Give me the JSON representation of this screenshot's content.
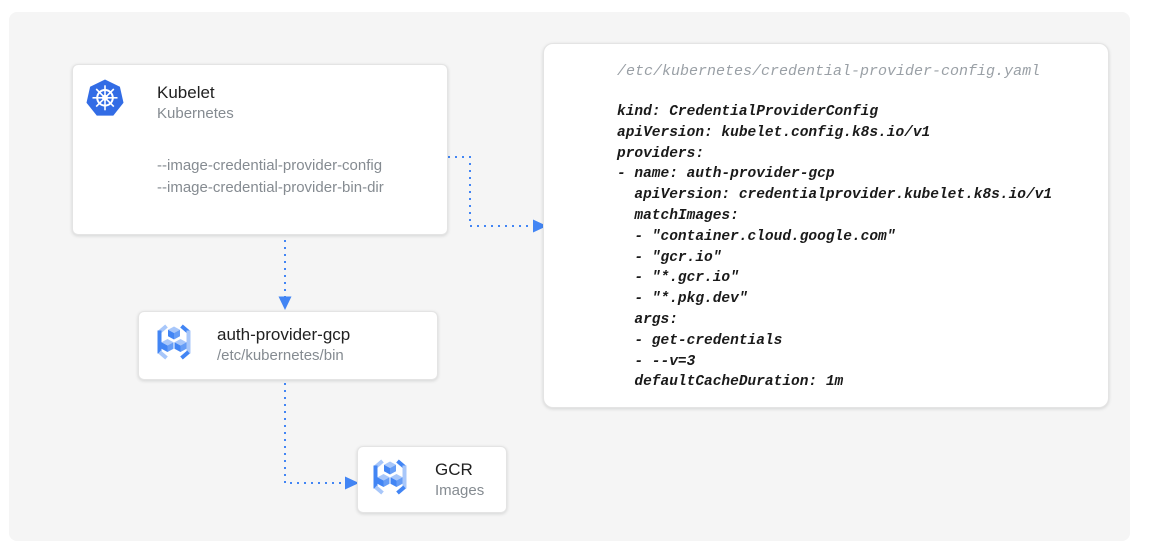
{
  "colors": {
    "accent_blue": "#4285F4",
    "canvas_background": "#F5F5F5",
    "card_background": "#FFFFFF",
    "kubernetes_blue": "#326CE5",
    "primary_text": "#212121",
    "secondary_text": "#858B91",
    "code_text": "#1A1A1A",
    "file_path_text": "#9AA0A6"
  },
  "icons": {
    "kubelet": "kubernetes-helm-icon",
    "auth_provider": "gcr-brackets-cubes-icon",
    "gcr": "gcr-brackets-cubes-icon"
  },
  "nodes": {
    "kubelet": {
      "title": "Kubelet",
      "subtitle": "Kubernetes",
      "flags": [
        "--image-credential-provider-config",
        "--image-credential-provider-bin-dir"
      ]
    },
    "auth_provider": {
      "title": "auth-provider-gcp",
      "subtitle": "/etc/kubernetes/bin"
    },
    "gcr": {
      "title": "GCR",
      "subtitle": "Images"
    }
  },
  "config_file": {
    "path": "/etc/kubernetes/credential-provider-config.yaml",
    "yaml": "kind: CredentialProviderConfig\napiVersion: kubelet.config.k8s.io/v1\nproviders:\n- name: auth-provider-gcp\n  apiVersion: credentialprovider.kubelet.k8s.io/v1\n  matchImages:\n  - \"container.cloud.google.com\"\n  - \"gcr.io\"\n  - \"*.gcr.io\"\n  - \"*.pkg.dev\"\n  args:\n  - get-credentials\n  - --v=3\n  defaultCacheDuration: 1m"
  }
}
